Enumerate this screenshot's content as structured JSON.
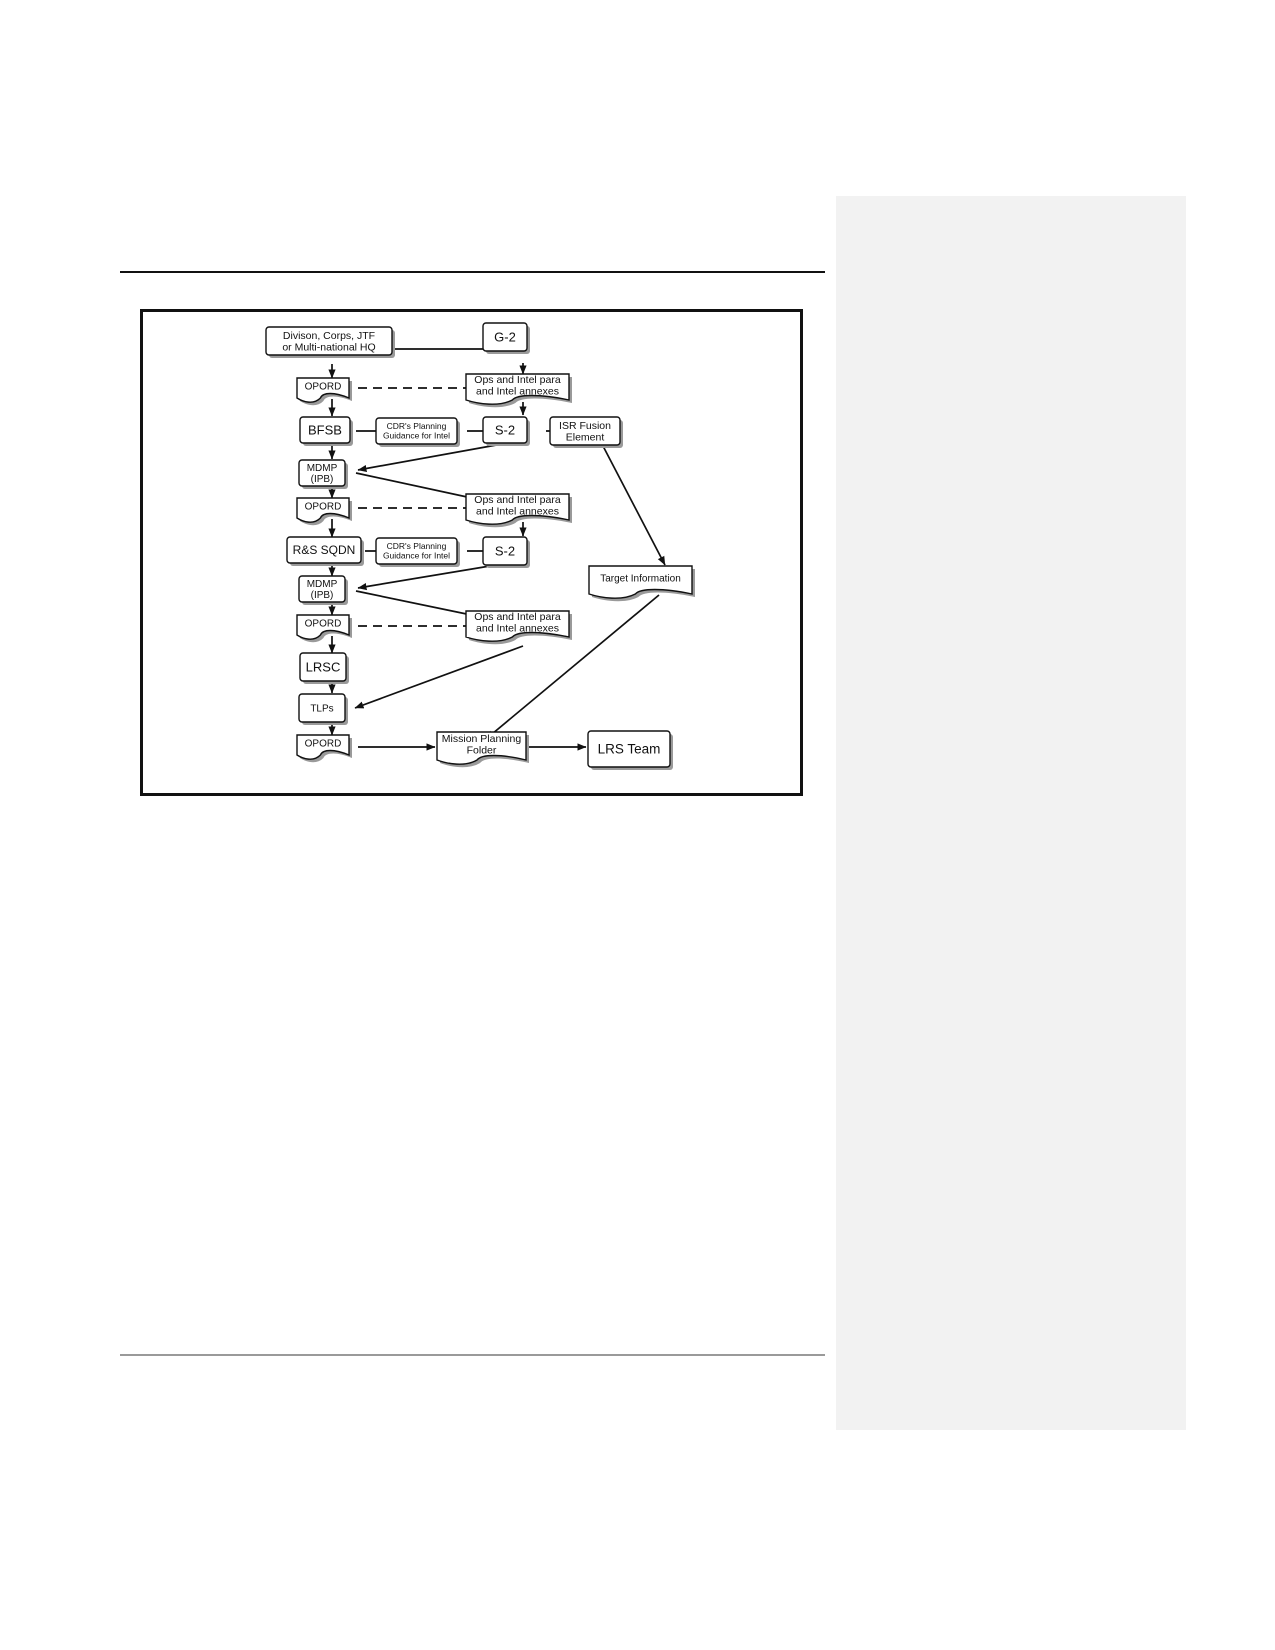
{
  "diagram": {
    "nodes": {
      "division_hq": [
        "Divison, Corps, JTF",
        "or Multi-national HQ"
      ],
      "g2": [
        "G-2"
      ],
      "opord_1": [
        "OPORD"
      ],
      "ops_intel_1": [
        "Ops and Intel para",
        "and Intel annexes"
      ],
      "bfsb": [
        "BFSB"
      ],
      "cdr_guidance_1": [
        "CDR's Planning",
        "Guidance for Intel"
      ],
      "s2_1": [
        "S-2"
      ],
      "isr_fusion": [
        "ISR Fusion",
        "Element"
      ],
      "mdmp_1": [
        "MDMP",
        "(IPB)"
      ],
      "opord_2": [
        "OPORD"
      ],
      "ops_intel_2": [
        "Ops and Intel para",
        "and Intel annexes"
      ],
      "rs_sqdn": [
        "R&S SQDN"
      ],
      "cdr_guidance_2": [
        "CDR's Planning",
        "Guidance for Intel"
      ],
      "s2_2": [
        "S-2"
      ],
      "target_info": [
        "Target Information"
      ],
      "mdmp_2": [
        "MDMP",
        "(IPB)"
      ],
      "opord_3": [
        "OPORD"
      ],
      "ops_intel_3": [
        "Ops and Intel para",
        "and Intel annexes"
      ],
      "lrsc": [
        "LRSC"
      ],
      "tlps": [
        "TLPs"
      ],
      "opord_4": [
        "OPORD"
      ],
      "mission_folder": [
        "Mission Planning",
        "Folder"
      ],
      "lrs_team": [
        "LRS Team"
      ]
    }
  }
}
